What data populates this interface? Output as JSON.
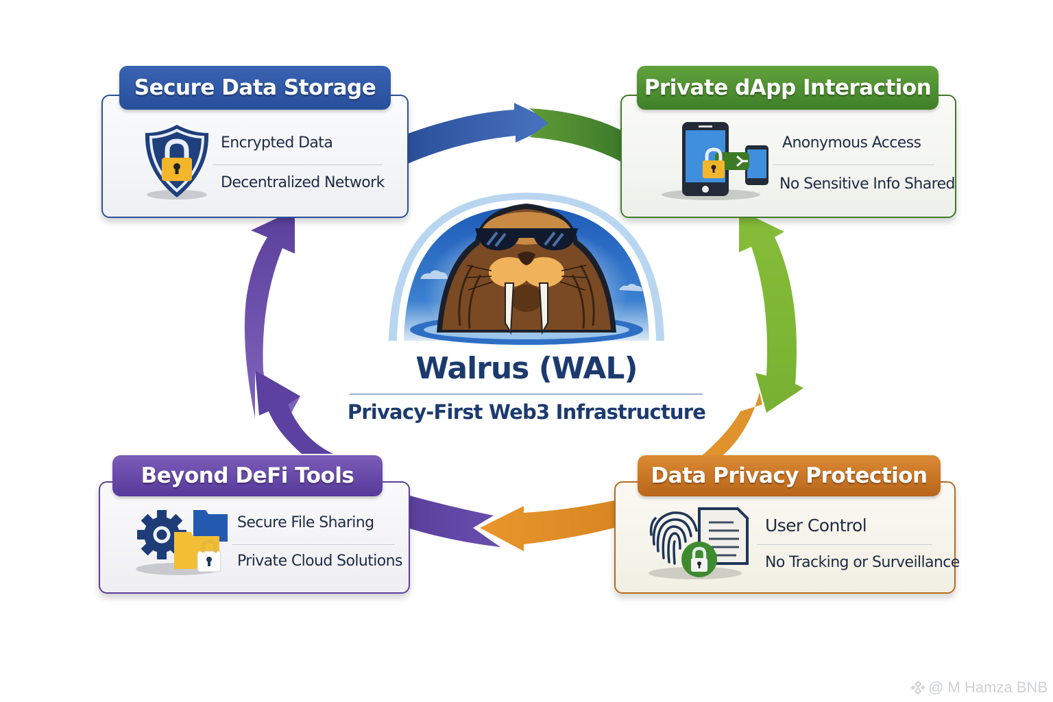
{
  "center": {
    "title": "Walrus (WAL)",
    "subtitle": "Privacy-First Web3 Infrastructure",
    "logo": "walrus-mascot-with-sunglasses"
  },
  "cards": [
    {
      "id": "secure-data-storage",
      "title": "Secure Data Storage",
      "icon": "shield-lock-icon",
      "lines": [
        "Encrypted Data",
        "Decentralized Network"
      ],
      "color": "#2c4f96"
    },
    {
      "id": "private-dapp-interaction",
      "title": "Private dApp Interaction",
      "icon": "phone-lock-transfer-icon",
      "lines": [
        "Anonymous Access",
        "No Sensitive Info Shared"
      ],
      "color": "#4b8a2f"
    },
    {
      "id": "beyond-defi-tools",
      "title": "Beyond DeFi Tools",
      "icon": "gear-folder-lock-icon",
      "lines": [
        "Secure File Sharing",
        "Private Cloud Solutions"
      ],
      "color": "#6247a8"
    },
    {
      "id": "data-privacy-protection",
      "title": "Data Privacy Protection",
      "icon": "fingerprint-document-lock-icon",
      "lines": [
        "User Control",
        "No Tracking or Surveillance"
      ],
      "color": "#c8741f"
    }
  ],
  "arrows": [
    {
      "from": "secure-data-storage",
      "to": "private-dapp-interaction",
      "color": "#3a63b3"
    },
    {
      "from": "private-dapp-interaction",
      "to": "data-privacy-protection",
      "color": "#7ab534"
    },
    {
      "from": "data-privacy-protection",
      "to": "beyond-defi-tools",
      "color": "#e0922c"
    },
    {
      "from": "beyond-defi-tools",
      "to": "secure-data-storage",
      "color": "#6a4fae"
    }
  ],
  "watermark": {
    "text": "@ M Hamza BNB",
    "icon": "binance-logo-icon"
  }
}
